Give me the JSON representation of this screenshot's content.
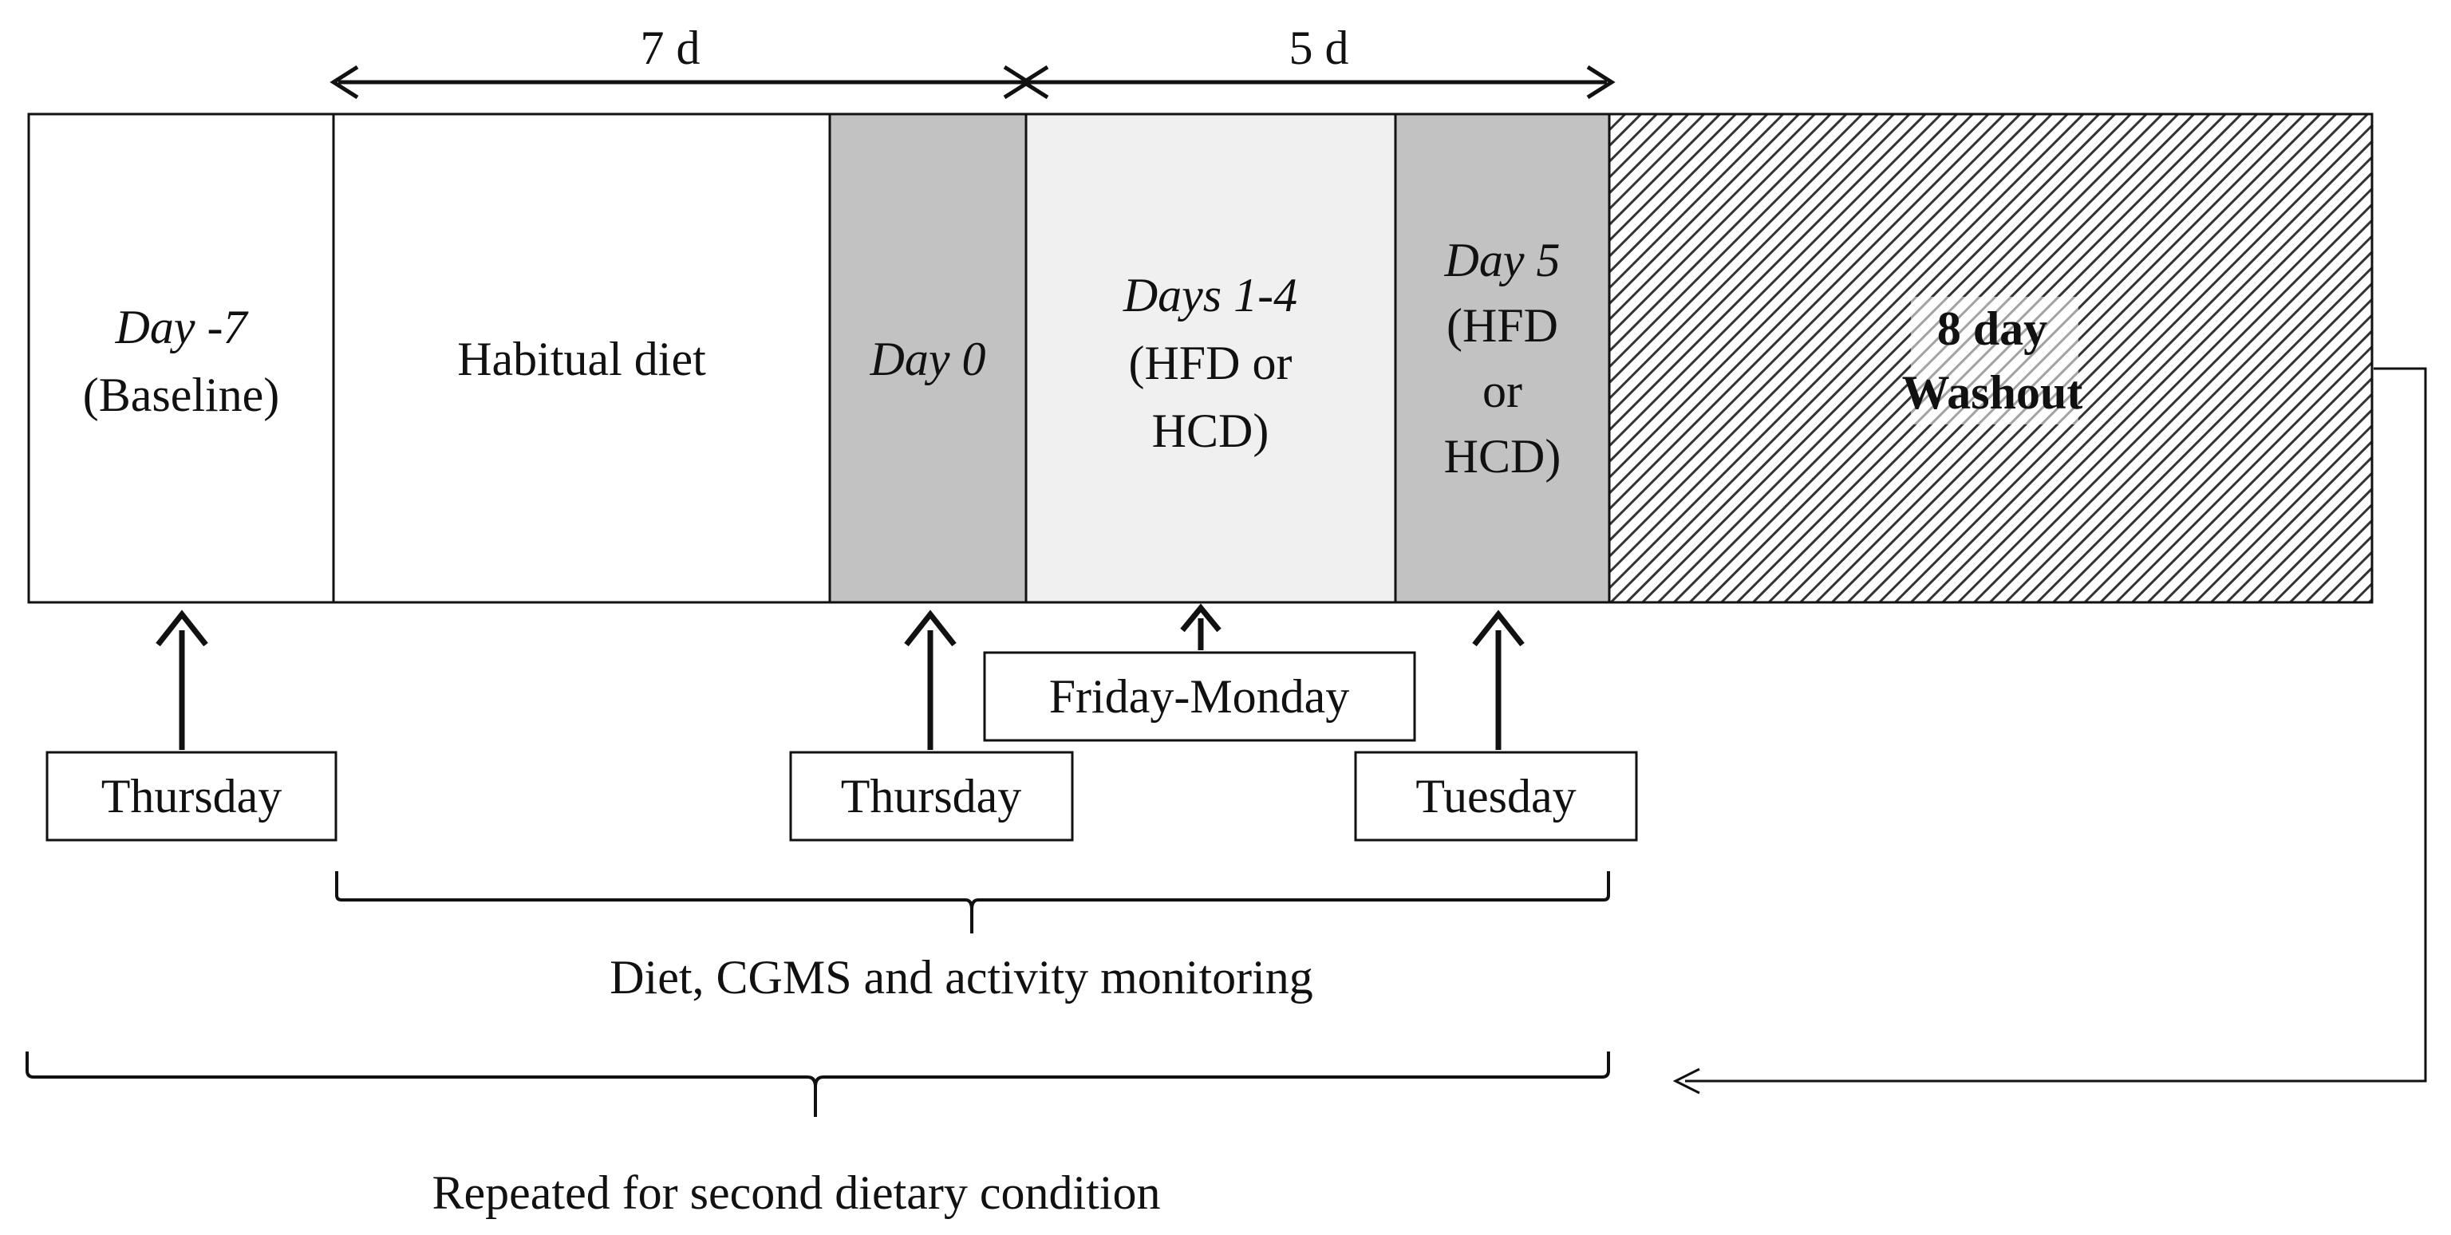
{
  "durations": {
    "first": "7 d",
    "second": "5 d"
  },
  "phases": {
    "baseline": {
      "line1": "Day -7",
      "line2": "(Baseline)"
    },
    "habitual": {
      "line1": "Habitual  diet"
    },
    "day0": {
      "line1": "Day 0"
    },
    "days1to4": {
      "line1": "Days 1-4",
      "line2": "(HFD or",
      "line3": "HCD)"
    },
    "day5": {
      "line1": "Day 5",
      "line2": "(HFD",
      "line3": "or",
      "line4": "HCD)"
    },
    "washout": {
      "line1": "8 day",
      "line2": "Washout"
    }
  },
  "weekdays": {
    "baseline": "Thursday",
    "day0": "Thursday",
    "days1to4": "Friday-Monday",
    "day5": "Tuesday"
  },
  "brackets": {
    "monitoring": "Diet, CGMS and activity monitoring",
    "repeat": "Repeated for second dietary condition"
  },
  "colors": {
    "line": "#111111",
    "box_white": "#ffffff",
    "box_dark_grey": "#c2c2c2",
    "box_light_grey": "#f0f0f0",
    "hatch_background": "#ffffff"
  }
}
